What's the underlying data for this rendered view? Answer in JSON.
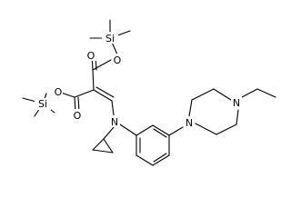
{
  "molecule": {
    "atoms": {
      "si_top": "Si",
      "si_left": "Si",
      "o_ester_top": "O",
      "o_carbonyl_top": "O",
      "o_ester_left": "O",
      "o_carbonyl_left": "O",
      "n_amine": "N",
      "n_piperazine_1": "N",
      "n_piperazine_4": "N"
    }
  }
}
